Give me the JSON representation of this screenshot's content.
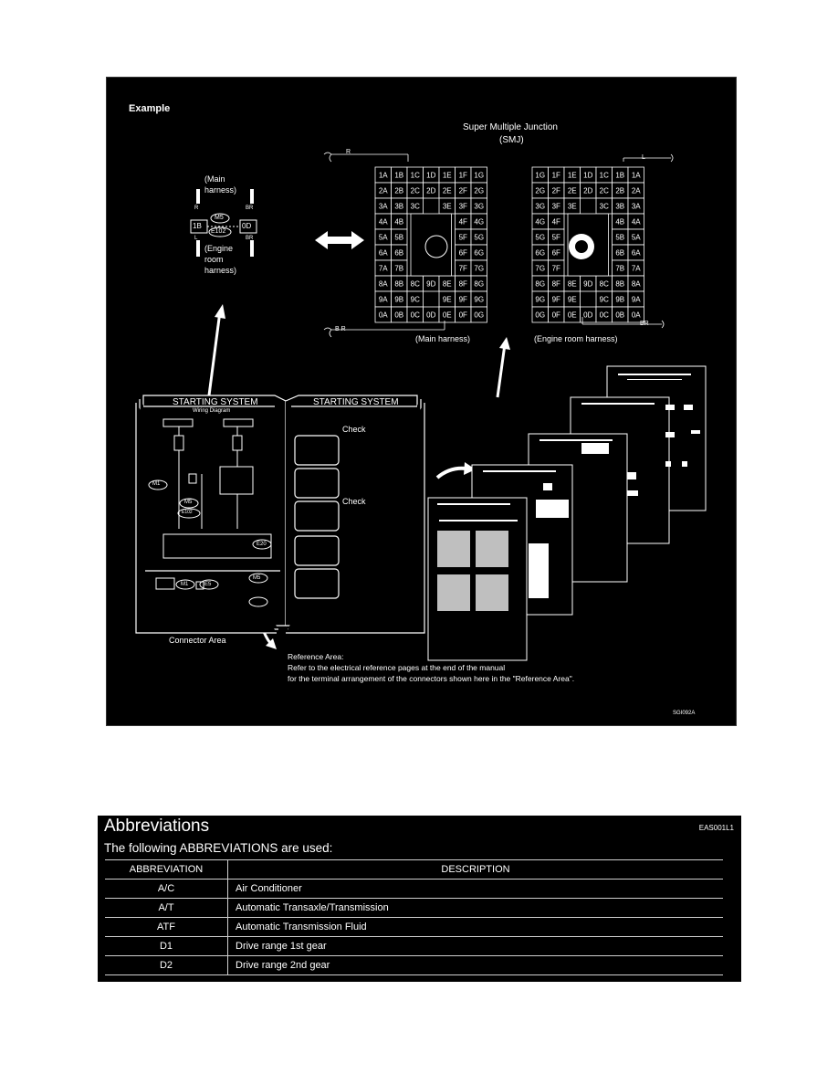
{
  "diagram": {
    "example_label": "Example",
    "smj_title": "Super Multiple Junction",
    "smj_abbr": "(SMJ)",
    "wire_labels": {
      "r": "R",
      "br_left": "B R",
      "l": "L",
      "br_right": "BR"
    },
    "main_harness_label": "(Main harness)",
    "engine_room_harness_label": "(Engine room harness)",
    "connector_callout": {
      "main_line1": "(Main",
      "main_line2": "harness)",
      "engine_line1": "(Engine",
      "engine_line2": "room",
      "engine_line3": "harness)",
      "left_pin": "1B",
      "right_pin": "0D",
      "top_conn": "M5",
      "bottom_conn": "E102",
      "wire_r": "R",
      "wire_l": "L",
      "wire_br": "BR",
      "wire_br2": "BR"
    },
    "left_grid": [
      [
        "1A",
        "1B",
        "1C",
        "1D",
        "1E",
        "1F",
        "1G"
      ],
      [
        "2A",
        "2B",
        "2C",
        "2D",
        "2E",
        "2F",
        "2G"
      ],
      [
        "3A",
        "3B",
        "3C",
        "",
        "3E",
        "3F",
        "3G"
      ],
      [
        "4A",
        "4B",
        "",
        "",
        "",
        "4F",
        "4G"
      ],
      [
        "5A",
        "5B",
        "",
        "",
        "",
        "5F",
        "5G"
      ],
      [
        "6A",
        "6B",
        "",
        "",
        "",
        "6F",
        "6G"
      ],
      [
        "7A",
        "7B",
        "",
        "",
        "",
        "7F",
        "7G"
      ],
      [
        "8A",
        "8B",
        "8C",
        "9D",
        "8E",
        "8F",
        "8G"
      ],
      [
        "9A",
        "9B",
        "9C",
        "",
        "9E",
        "9F",
        "9G"
      ],
      [
        "0A",
        "0B",
        "0C",
        "0D",
        "0E",
        "0F",
        "0G"
      ]
    ],
    "right_grid": [
      [
        "1G",
        "1F",
        "1E",
        "1D",
        "1C",
        "1B",
        "1A"
      ],
      [
        "2G",
        "2F",
        "2E",
        "2D",
        "2C",
        "2B",
        "2A"
      ],
      [
        "3G",
        "3F",
        "3E",
        "",
        "3C",
        "3B",
        "3A"
      ],
      [
        "4G",
        "4F",
        "",
        "",
        "",
        "4B",
        "4A"
      ],
      [
        "5G",
        "5F",
        "",
        "",
        "",
        "5B",
        "5A"
      ],
      [
        "6G",
        "6F",
        "",
        "",
        "",
        "6B",
        "6A"
      ],
      [
        "7G",
        "7F",
        "",
        "",
        "",
        "7B",
        "7A"
      ],
      [
        "8G",
        "8F",
        "8E",
        "9D",
        "8C",
        "8B",
        "8A"
      ],
      [
        "9G",
        "9F",
        "9E",
        "",
        "9C",
        "9B",
        "9A"
      ],
      [
        "0G",
        "0F",
        "0E",
        "0D",
        "0C",
        "0B",
        "0A"
      ]
    ],
    "book": {
      "left_title": "STARTING SYSTEM",
      "right_title": "STARTING SYSTEM",
      "wiring_diagram": "Wiring Diagram",
      "check1": "Check",
      "check2": "Check",
      "conn_m1": "M1",
      "conn_m5": "M5",
      "conn_e102": "E102",
      "conn_e20": "E20",
      "conn_e5": "E5",
      "conn_m5_ref": "M5"
    },
    "connector_area_label": "Connector Area",
    "reference_area_label": "Reference Area:",
    "reference_line1": "Refer to the electrical reference pages at the end of the manual",
    "reference_line2": "for the terminal arrangement of the connectors shown here in the \"Reference Area\".",
    "figure_code": "SGI092A"
  },
  "abbreviations": {
    "heading": "Abbreviations",
    "code": "EAS001L1",
    "intro": "The following ABBREVIATIONS   are used:",
    "columns": {
      "abbr": "ABBREVIATION",
      "desc": "DESCRIPTION"
    },
    "rows": [
      {
        "abbr": "A/C",
        "desc": "Air Conditioner"
      },
      {
        "abbr": "A/T",
        "desc": "Automatic Transaxle/Transmission"
      },
      {
        "abbr": "ATF",
        "desc": "Automatic Transmission Fluid"
      },
      {
        "abbr": "D1",
        "desc": "Drive range 1st gear"
      },
      {
        "abbr": "D2",
        "desc": "Drive range 2nd gear"
      }
    ]
  }
}
